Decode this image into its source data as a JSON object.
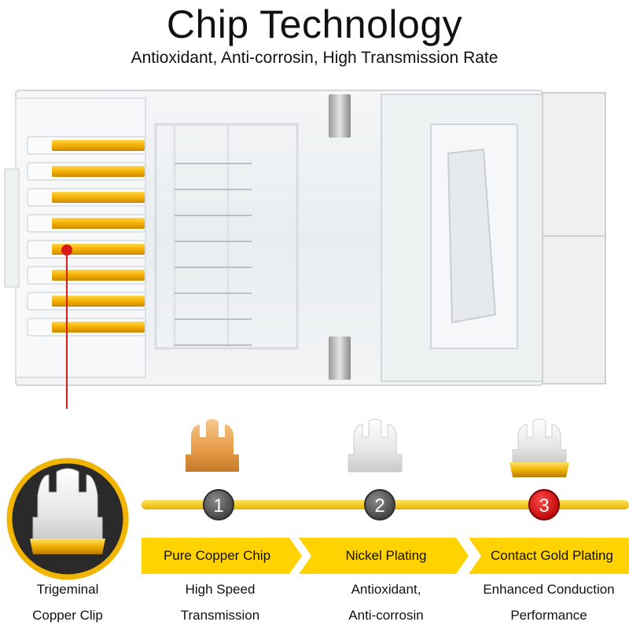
{
  "header": {
    "title": "Chip Technology",
    "subtitle": "Antioxidant, Anti-corrosin, High Transmission Rate"
  },
  "product": {
    "contact_count": 8,
    "colors": {
      "gold": "#f5b800",
      "red_marker": "#d81a1a"
    }
  },
  "callout": {
    "icon": "copper-clip-icon",
    "caption_line1": "Trigeminal",
    "caption_line2": "Copper Clip"
  },
  "process": {
    "colors": {
      "bar": "#f3c400",
      "arrow": "#ffd400",
      "badge_dark": "#555555",
      "badge_active": "#e01010"
    },
    "steps": [
      {
        "number": "1",
        "label": "Pure Copper Chip",
        "caption_line1": "High Speed",
        "caption_line2": "Transmission",
        "icon": "copper-chip-icon"
      },
      {
        "number": "2",
        "label": "Nickel Plating",
        "caption_line1": "Antioxidant,",
        "caption_line2": "Anti-corrosin",
        "icon": "nickel-chip-icon"
      },
      {
        "number": "3",
        "label": "Contact Gold Plating",
        "caption_line1": "Enhanced Conduction",
        "caption_line2": "Performance",
        "icon": "gold-plated-chip-icon"
      }
    ]
  }
}
